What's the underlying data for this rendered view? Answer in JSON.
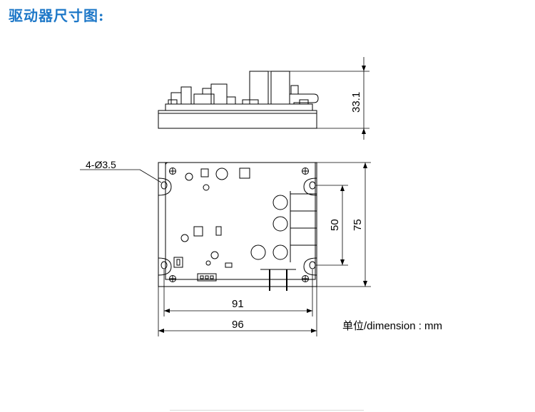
{
  "title": "驱动器尺寸图:",
  "dimensions": {
    "height_side": "33.1",
    "hole_spacing_vertical": "50",
    "outer_height": "75",
    "hole_spacing_horizontal": "91",
    "outer_width": "96",
    "holes": "4-Ø3.5"
  },
  "unit_note": "单位/dimension : mm"
}
